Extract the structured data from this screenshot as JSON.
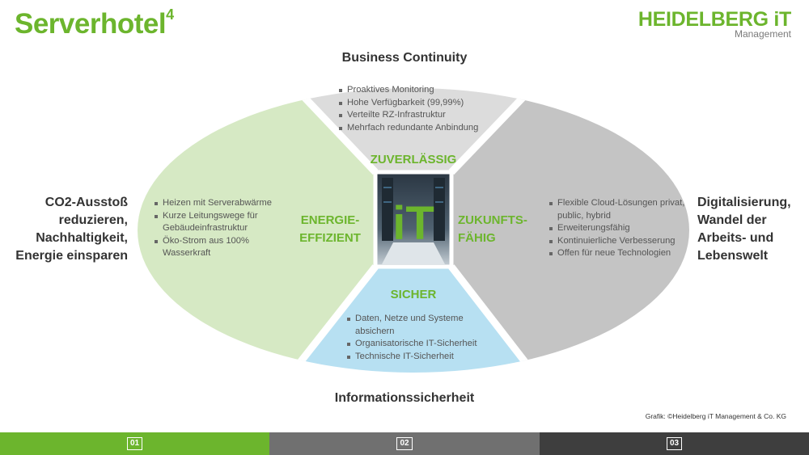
{
  "header": {
    "title": "Serverhotel",
    "title_sup": "4",
    "logo_main": "HEIDELBERG iT",
    "logo_sub": "Management"
  },
  "diagram": {
    "top_heading": "Business Continuity",
    "bottom_heading": "Informationssicherheit",
    "left_heading_lines": [
      "CO2-Ausstoß",
      "reduzieren,",
      "Nachhaltigkeit,",
      "Energie einsparen"
    ],
    "right_heading_lines": [
      "Digitalisierung,",
      "Wandel der",
      "Arbeits- und",
      "Lebenswelt"
    ],
    "center_logo_text": "iT",
    "segments": {
      "top": {
        "label": "ZUVERLÄSSIG",
        "items": [
          "Proaktives Monitoring",
          "Hohe Verfügbarkeit (99,99%)",
          "Verteilte RZ-Infrastruktur",
          "Mehrfach redundante Anbindung"
        ]
      },
      "left": {
        "label_lines": [
          "ENERGIE-",
          "EFFIZIENT"
        ],
        "items": [
          "Heizen mit Serverabwärme",
          "Kurze Leitungswege für Gebäudeinfrastruktur",
          "Öko-Strom aus 100% Wasserkraft"
        ]
      },
      "right": {
        "label_lines": [
          "ZUKUNFTS-",
          "FÄHIG"
        ],
        "items": [
          "Flexible Cloud-Lösungen privat, public, hybrid",
          "Erweiterungsfähig",
          "Kontinuierliche Verbesserung",
          "Offen für neue Technologien"
        ]
      },
      "bottom": {
        "label": "SICHER",
        "items": [
          "Daten, Netze und Systeme absichern",
          "Organisatorische IT-Sicherheit",
          "Technische IT-Sicherheit"
        ]
      }
    }
  },
  "credit": "Grafik: ©Heidelberg iT Management & Co. KG",
  "footer": {
    "pages": [
      "01",
      "02",
      "03"
    ]
  },
  "colors": {
    "brand_green": "#6cb52d",
    "left_segment": "#d6e9c4",
    "top_segment": "#dcdcdc",
    "right_segment": "#c4c4c4",
    "bottom_segment": "#b7e0f2",
    "footer_1": "#6cb52d",
    "footer_2": "#707070",
    "footer_3": "#3e3e3e"
  }
}
